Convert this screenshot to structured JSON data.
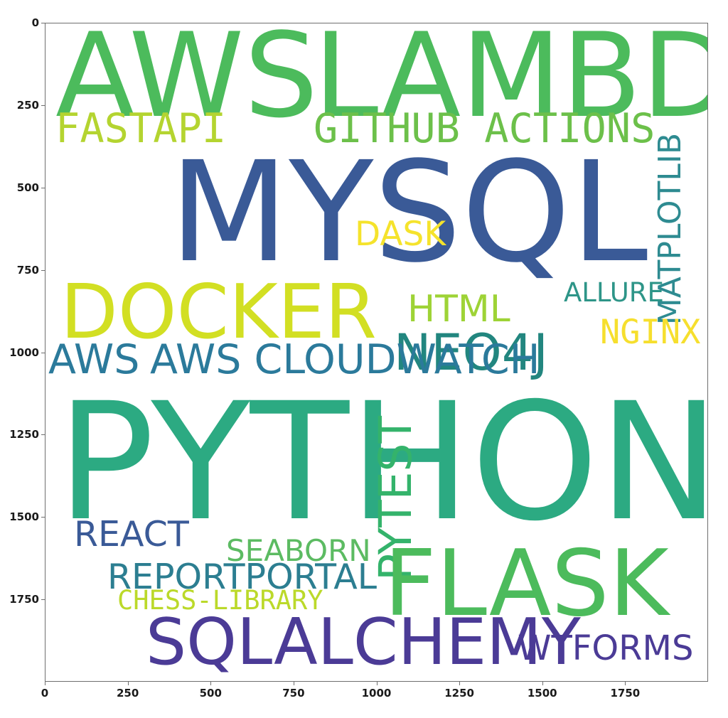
{
  "figure": {
    "type": "wordcloud-image-plot",
    "background": "#ffffff",
    "plot_background": "#ffffff",
    "axis_color": "#6e6e6e"
  },
  "chart_data": {
    "type": "wordcloud",
    "title": "",
    "xlabel": "",
    "ylabel": "",
    "xlim": [
      0,
      2000
    ],
    "ylim": [
      2000,
      0
    ],
    "grid": false,
    "legend": "none",
    "xticks": [
      "0",
      "250",
      "500",
      "750",
      "1000",
      "1250",
      "1500",
      "1750"
    ],
    "yticks": [
      "0",
      "250",
      "500",
      "750",
      "1000",
      "1250",
      "1500",
      "1750"
    ],
    "xtick_values": [
      0,
      250,
      500,
      750,
      1000,
      1250,
      1500,
      1750
    ],
    "ytick_values": [
      0,
      250,
      500,
      750,
      1000,
      1250,
      1500,
      1750
    ],
    "words": [
      {
        "text": "AWS",
        "color": "#4CBB5C",
        "font": "sans",
        "rotation": 0,
        "size": 164,
        "x": 77,
        "y": 24
      },
      {
        "text": "LAMBDA",
        "color": "#4CBB5C",
        "font": "sans",
        "rotation": 0,
        "size": 164,
        "x": 440,
        "y": 24
      },
      {
        "text": "FASTAPI",
        "color": "#B4D430",
        "font": "mono",
        "rotation": 0,
        "size": 57,
        "x": 77,
        "y": 152
      },
      {
        "text": "GITHUB ACTIONS",
        "color": "#6CC04A",
        "font": "mono",
        "rotation": 0,
        "size": 57,
        "x": 440,
        "y": 152
      },
      {
        "text": "MATPLOTLIB",
        "color": "#2E8B91",
        "font": "sans",
        "rotation": 90,
        "size": 44,
        "x": 920,
        "y": 186
      },
      {
        "text": "MYSQL",
        "color": "#3A5A97",
        "font": "sans",
        "rotation": 0,
        "size": 195,
        "x": 237,
        "y": 200
      },
      {
        "text": "DASK",
        "color": "#F5E32C",
        "font": "sans",
        "rotation": 0,
        "size": 47,
        "x": 498,
        "y": 305
      },
      {
        "text": "DOCKER",
        "color": "#D2DF23",
        "font": "sans",
        "rotation": 0,
        "size": 105,
        "x": 84,
        "y": 386
      },
      {
        "text": "HTML",
        "color": "#9ED336",
        "font": "sans",
        "rotation": 0,
        "size": 52,
        "x": 572,
        "y": 408
      },
      {
        "text": "ALLURE",
        "color": "#2E9588",
        "font": "sans",
        "rotation": 0,
        "size": 37,
        "x": 792,
        "y": 392
      },
      {
        "text": "NEO4J",
        "color": "#22867F",
        "font": "sans",
        "rotation": 0,
        "size": 70,
        "x": 553,
        "y": 460
      },
      {
        "text": "NGINX",
        "color": "#F6DF2E",
        "font": "mono",
        "rotation": 0,
        "size": 47,
        "x": 843,
        "y": 443
      },
      {
        "text": "AWS",
        "color": "#2B7A9B",
        "font": "sans",
        "rotation": 0,
        "size": 57,
        "x": 67,
        "y": 477
      },
      {
        "text": "AWS CLOUDWATCH",
        "color": "#2B7A9B",
        "font": "sans",
        "rotation": 0,
        "size": 57,
        "x": 210,
        "y": 477
      },
      {
        "text": "PYTHON",
        "color": "#2CAA82",
        "font": "sans",
        "rotation": 0,
        "size": 228,
        "x": 79,
        "y": 535
      },
      {
        "text": "PYTEST",
        "color": "#34B36B",
        "font": "sans",
        "rotation": 90,
        "size": 63,
        "x": 524,
        "y": 584
      },
      {
        "text": "REACT",
        "color": "#3A5A97",
        "font": "sans",
        "rotation": 0,
        "size": 49,
        "x": 103,
        "y": 726
      },
      {
        "text": "SEABORN",
        "color": "#5CBB62",
        "font": "sans",
        "rotation": 0,
        "size": 42,
        "x": 317,
        "y": 753
      },
      {
        "text": "REPORTPORTAL",
        "color": "#2C7E91",
        "font": "sans",
        "rotation": 0,
        "size": 49,
        "x": 150,
        "y": 786
      },
      {
        "text": "CHESS-LIBRARY",
        "color": "#BBD92A",
        "font": "mono",
        "rotation": 0,
        "size": 37,
        "x": 164,
        "y": 825
      },
      {
        "text": "FLASK",
        "color": "#4CBB5C",
        "font": "sans",
        "rotation": 0,
        "size": 128,
        "x": 539,
        "y": 757
      },
      {
        "text": "SQLALCHEMY",
        "color": "#4B3B96",
        "font": "sans",
        "rotation": 0,
        "size": 90,
        "x": 204,
        "y": 858
      },
      {
        "text": "WTFORMS",
        "color": "#4B3B96",
        "font": "sans",
        "rotation": 0,
        "size": 48,
        "x": 727,
        "y": 887
      }
    ]
  }
}
